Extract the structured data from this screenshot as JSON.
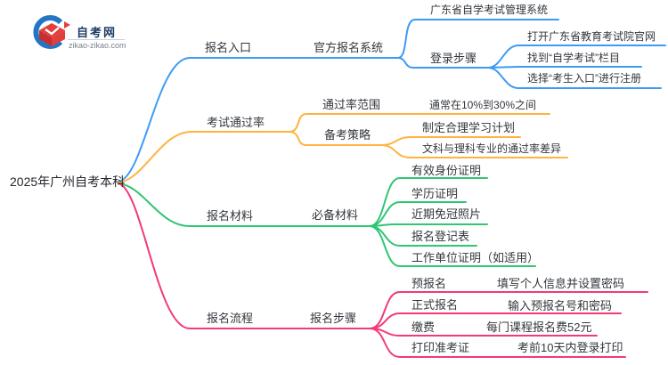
{
  "logo": {
    "site_name": "自考网",
    "site_url": "zikao-zikao.com"
  },
  "colors": {
    "blue": "#3D9BF5",
    "orange": "#FFB340",
    "green": "#2FC674",
    "pink": "#F23A78",
    "logo_blue": "#2176C7",
    "logo_red": "#E33E3E",
    "logo_red_dark": "#C73030",
    "text": "#33373d"
  },
  "mindmap": {
    "root": {
      "label": "2025年广州自考本科"
    },
    "branches": [
      {
        "label": "报名入口",
        "color": "blue",
        "children": [
          {
            "label": "官方报名系统",
            "children": [
              {
                "label": "广东省自学考试管理系统"
              },
              {
                "label": "登录步骤",
                "children": [
                  {
                    "label": "打开广东省教育考试院官网"
                  },
                  {
                    "label": "找到“自学考试”栏目"
                  },
                  {
                    "label": "选择“考生入口”进行注册"
                  }
                ]
              }
            ]
          }
        ]
      },
      {
        "label": "考试通过率",
        "color": "orange",
        "children": [
          {
            "label": "通过率范围",
            "children": [
              {
                "label": "通常在10%到30%之间"
              }
            ]
          },
          {
            "label": "备考策略",
            "children": [
              {
                "label": "制定合理学习计划"
              },
              {
                "label": "文科与理科专业的通过率差异"
              }
            ]
          }
        ]
      },
      {
        "label": "报名材料",
        "color": "green",
        "children": [
          {
            "label": "必备材料",
            "children": [
              {
                "label": "有效身份证明"
              },
              {
                "label": "学历证明"
              },
              {
                "label": "近期免冠照片"
              },
              {
                "label": "报名登记表"
              },
              {
                "label": "工作单位证明（如适用）"
              }
            ]
          }
        ]
      },
      {
        "label": "报名流程",
        "color": "pink",
        "children": [
          {
            "label": "报名步骤",
            "children": [
              {
                "label": "预报名",
                "children": [
                  {
                    "label": "填写个人信息并设置密码"
                  }
                ]
              },
              {
                "label": "正式报名",
                "children": [
                  {
                    "label": "输入预报名号和密码"
                  }
                ]
              },
              {
                "label": "缴费",
                "children": [
                  {
                    "label": "每门课程报名费52元"
                  }
                ]
              },
              {
                "label": "打印准考证",
                "children": [
                  {
                    "label": "考前10天内登录打印"
                  }
                ]
              }
            ]
          }
        ]
      }
    ]
  }
}
